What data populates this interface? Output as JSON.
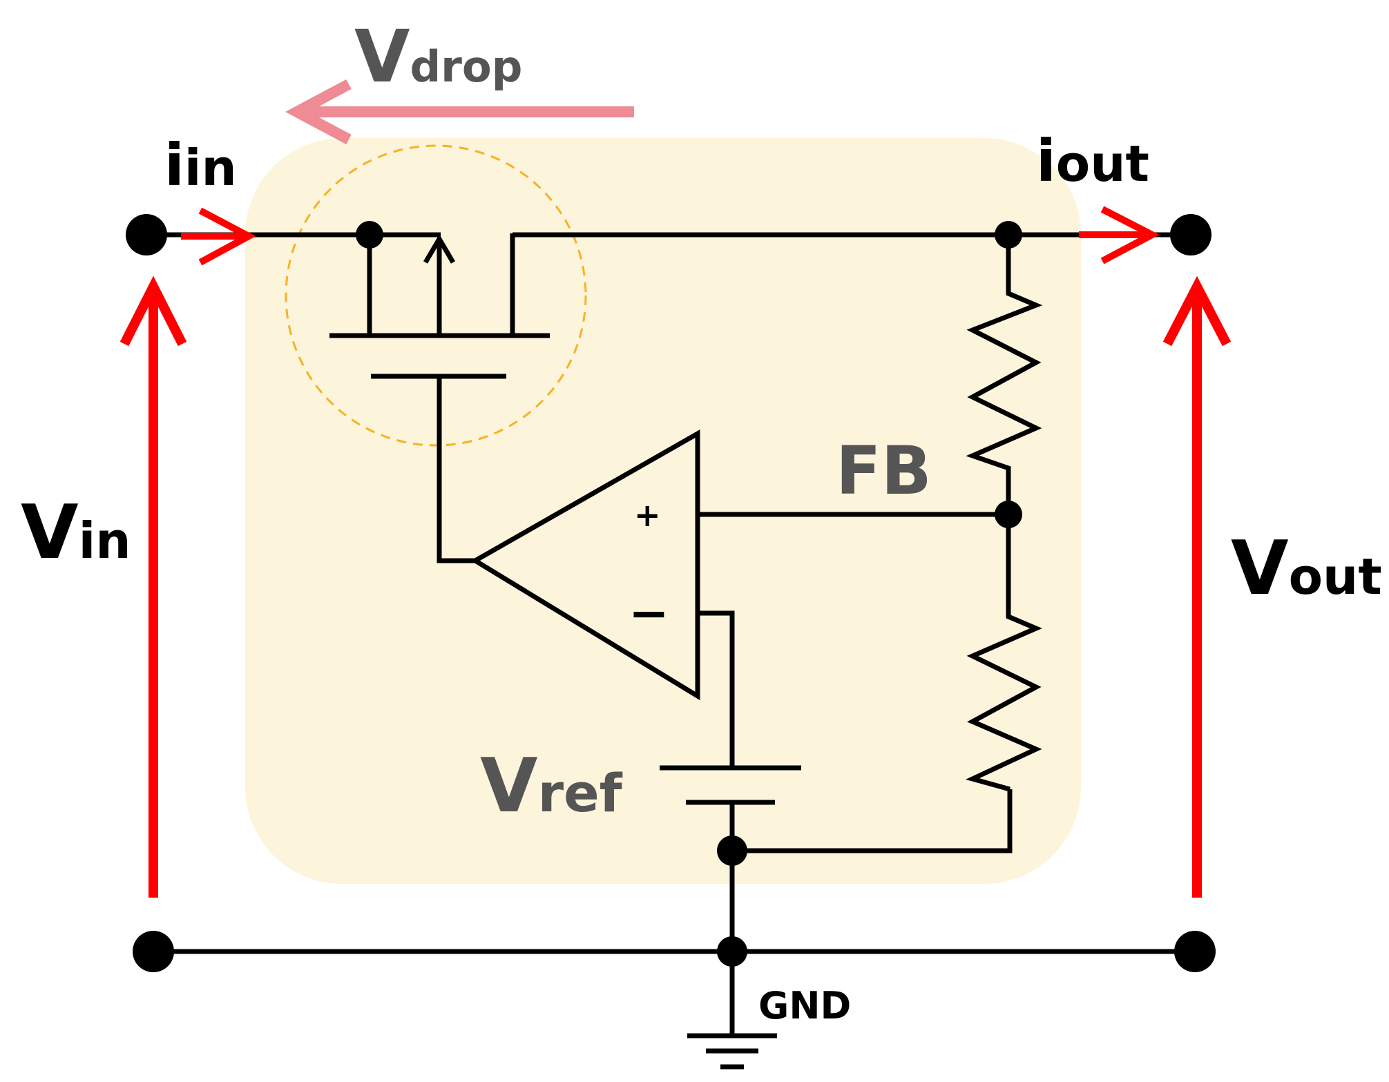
{
  "labels": {
    "v_drop": {
      "main": "V",
      "sub": "drop"
    },
    "i_in": {
      "main": "i",
      "sub": "in"
    },
    "i_out": {
      "main": "i",
      "sub": "out"
    },
    "v_in": {
      "main": "V",
      "sub": "in"
    },
    "v_out": {
      "main": "V",
      "sub": "out"
    },
    "v_ref": {
      "main": "V",
      "sub": "ref"
    },
    "fb": "FB",
    "gnd": "GND",
    "plus": "+",
    "minus": "−"
  },
  "colors": {
    "wire": "#000000",
    "current_arrow": "#ff0000",
    "drop_arrow": "#ef8b95",
    "label_gray": "#555555",
    "regulator_fill": "#fdf4dc",
    "transistor_circle": "#f5b324"
  }
}
